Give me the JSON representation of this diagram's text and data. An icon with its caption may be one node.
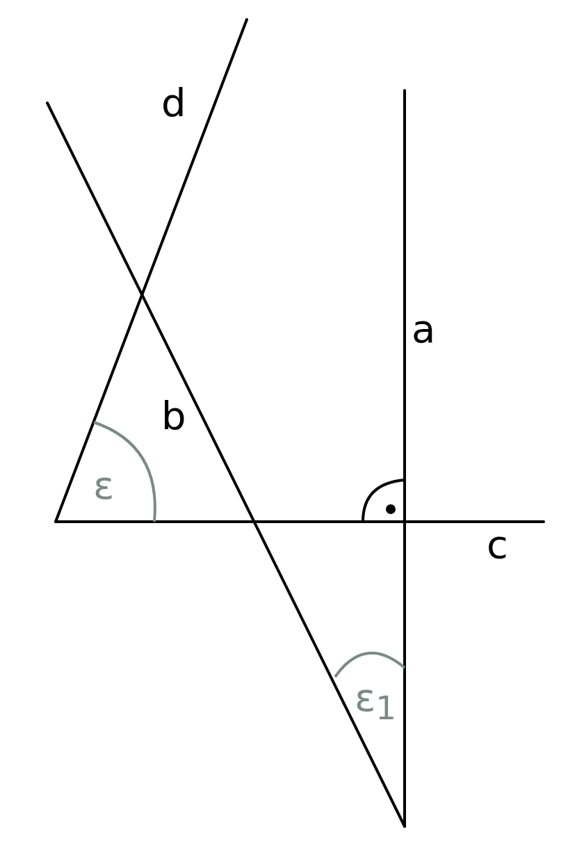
{
  "diagram": {
    "labels": [
      "d",
      "a",
      "b",
      "ε",
      "c",
      "ε$_{1}$"
    ]
  }
}
